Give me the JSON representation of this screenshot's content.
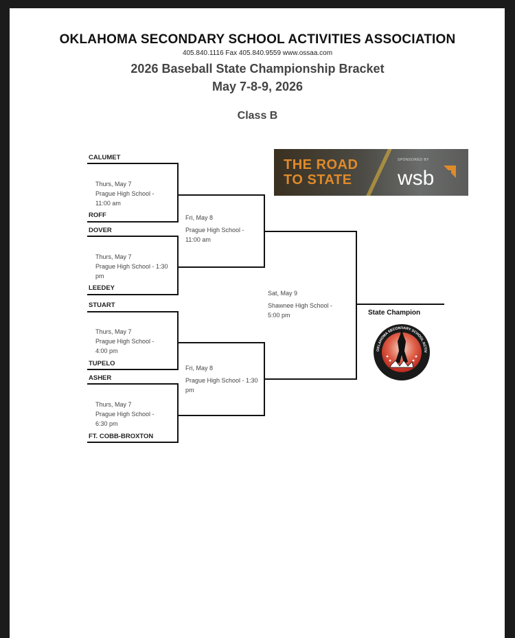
{
  "header": {
    "organization": "OKLAHOMA SECONDARY SCHOOL ACTIVITIES ASSOCIATION",
    "contact": "405.840.1116   Fax 405.840.9559  www.ossaa.com",
    "title": "2026  Baseball State Championship Bracket",
    "dates": "May 7-8-9, 2026",
    "class": "Class B"
  },
  "banner": {
    "line1": "THE ROAD",
    "line2": "TO STATE",
    "sponsor": "SPONSORED BY",
    "brand": "wsb"
  },
  "teams": [
    "CALUMET",
    "ROFF",
    "DOVER",
    "LEEDEY",
    "STUART",
    "TUPELO",
    "ASHER",
    "FT. COBB-BROXTON"
  ],
  "round1": [
    {
      "l1": "Thurs, May 7",
      "l2": "Prague High School -",
      "l3": "11:00 am"
    },
    {
      "l1": "Thurs, May 7",
      "l2": "Prague High School - 1:30",
      "l3": "pm"
    },
    {
      "l1": "Thurs, May 7",
      "l2": "Prague High School -",
      "l3": "4:00 pm"
    },
    {
      "l1": "Thurs, May 7",
      "l2": "Prague High School -",
      "l3": "6:30 pm"
    }
  ],
  "round2": [
    {
      "l1": "Fri, May 8",
      "l2": "Prague High School -",
      "l3": "11:00 am"
    },
    {
      "l1": "Fri, May 8",
      "l2": "Prague High School - 1:30",
      "l3": "pm"
    }
  ],
  "final": {
    "l1": "Sat, May 9",
    "l2": "Shawnee High School -",
    "l3": "5:00 pm"
  },
  "champion_label": "State Champion",
  "seal_text": "OKLAHOMA SECONDARY SCHOOL ACTIVITIES ASSOCIATION"
}
